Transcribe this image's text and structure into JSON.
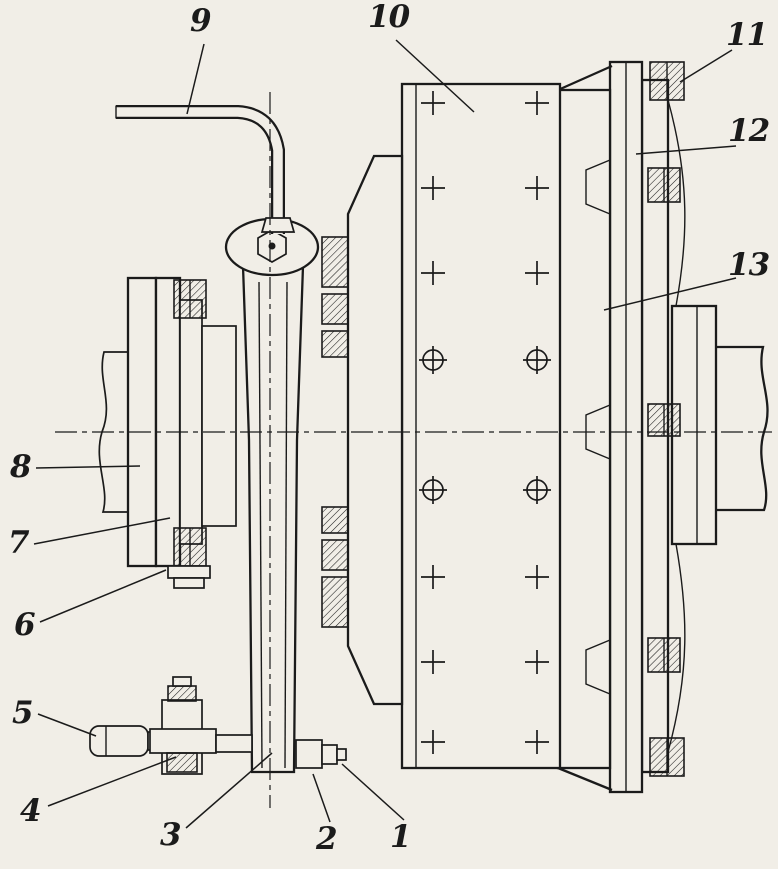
{
  "figure": {
    "kind": "mechanical cross-section line drawing",
    "callouts": [
      {
        "label": "1"
      },
      {
        "label": "2"
      },
      {
        "label": "3"
      },
      {
        "label": "4"
      },
      {
        "label": "5"
      },
      {
        "label": "6"
      },
      {
        "label": "7"
      },
      {
        "label": "8"
      },
      {
        "label": "9"
      },
      {
        "label": "10"
      },
      {
        "label": "11"
      },
      {
        "label": "12"
      },
      {
        "label": "13"
      }
    ]
  },
  "colors": {
    "paper": "#f1eee7",
    "ink": "#1b1b1b"
  }
}
